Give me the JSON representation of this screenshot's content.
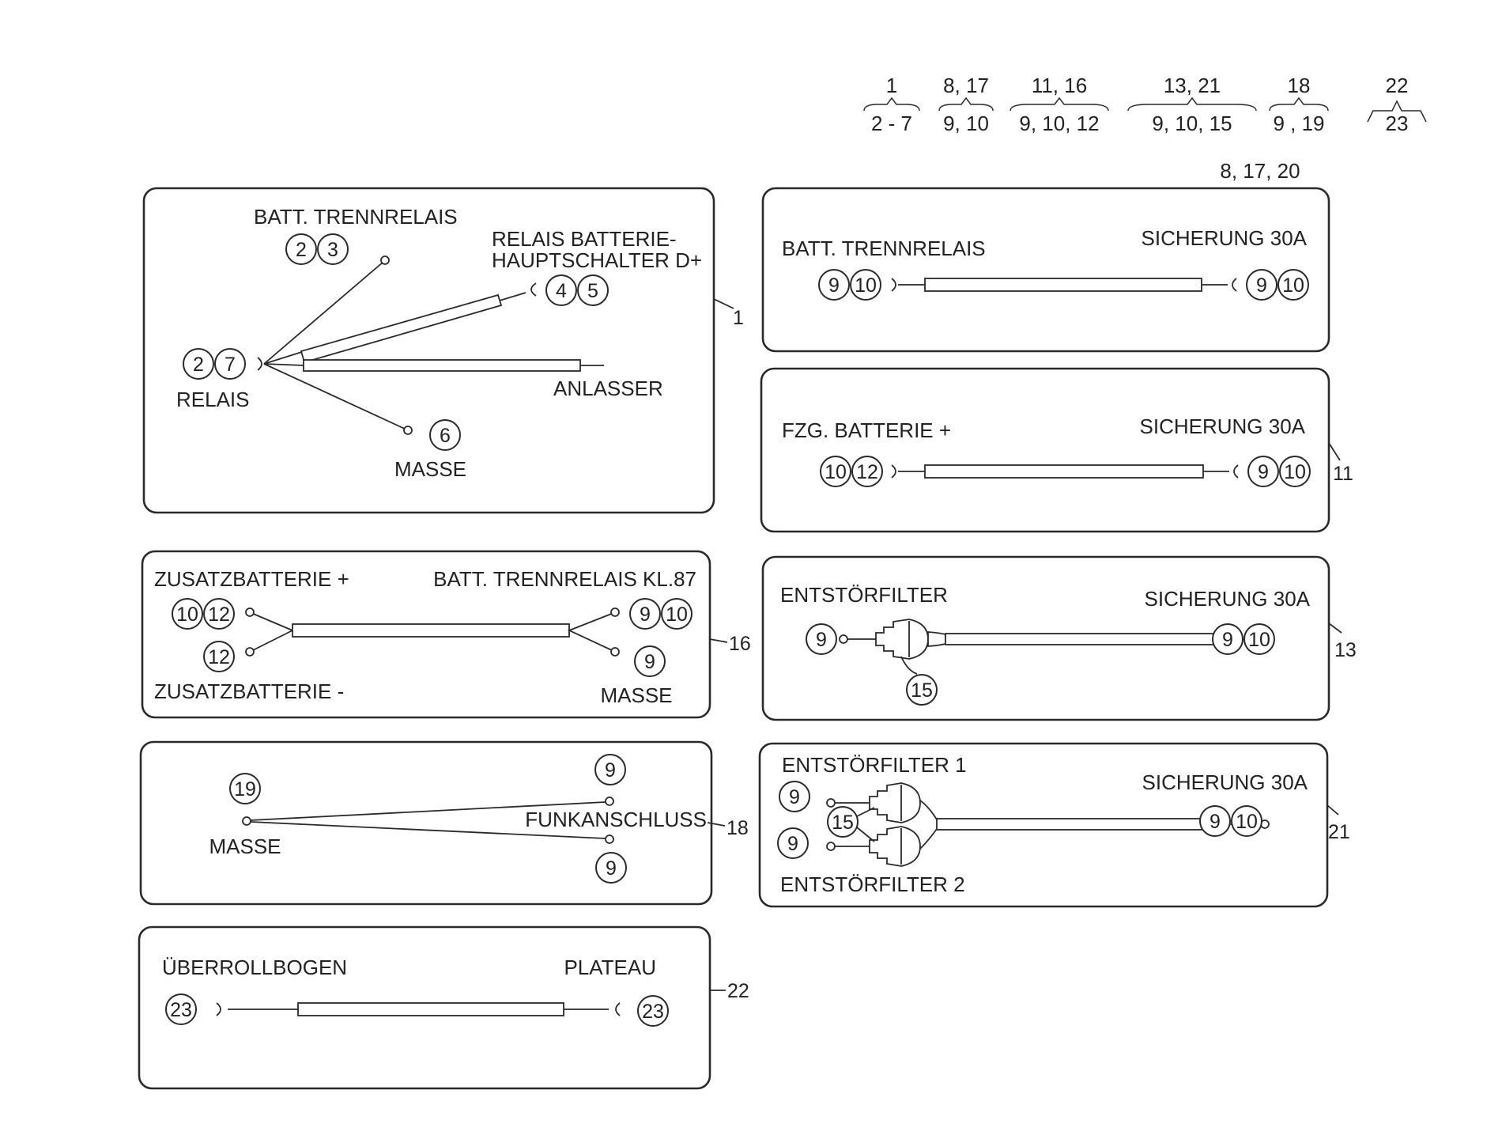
{
  "header": {
    "groups": [
      {
        "top": "1",
        "bottom": "2 - 7"
      },
      {
        "top": "8, 17",
        "bottom": "9, 10"
      },
      {
        "top": "11, 16",
        "bottom": "9, 10, 12"
      },
      {
        "top": "13, 21",
        "bottom": "9, 10, 15"
      },
      {
        "top": "18",
        "bottom": "9 , 19"
      },
      {
        "top": "22",
        "bottom": "23"
      }
    ],
    "above_panel": "8, 17, 20"
  },
  "panel1": {
    "callout": "1",
    "batt_trennrelais": "BATT. TRENNRELAIS",
    "relais_batterie_1": "RELAIS BATTERIE-",
    "relais_batterie_2": "HAUPTSCHALTER D+",
    "relais": "RELAIS",
    "anlasser": "ANLASSER",
    "masse": "MASSE",
    "n2a": "2",
    "n3": "3",
    "n4": "4",
    "n5": "5",
    "n2b": "2",
    "n7": "7",
    "n6": "6"
  },
  "panel8": {
    "left": "BATT. TRENNRELAIS",
    "right": "SICHERUNG 30A",
    "l1": "9",
    "l2": "10",
    "r1": "9",
    "r2": "10"
  },
  "panel11": {
    "callout": "11",
    "left": "FZG. BATTERIE +",
    "right": "SICHERUNG 30A",
    "l1": "10",
    "l2": "12",
    "r1": "9",
    "r2": "10"
  },
  "panel16": {
    "callout": "16",
    "top_left": "ZUSATZBATTERIE +",
    "top_right": "BATT. TRENNRELAIS KL.87",
    "bottom_left": "ZUSATZBATTERIE -",
    "bottom_right": "MASSE",
    "a1": "10",
    "a2": "12",
    "b1": "12",
    "c1": "9",
    "c2": "10",
    "d1": "9"
  },
  "panel13": {
    "callout": "13",
    "left": "ENTSTÖRFILTER",
    "right": "SICHERUNG 30A",
    "l1": "9",
    "r1": "9",
    "r2": "10",
    "f": "15"
  },
  "panel18": {
    "callout": "18",
    "masse": "MASSE",
    "funk": "FUNKANSCHLUSS",
    "m": "19",
    "t": "9",
    "b": "9"
  },
  "panel21": {
    "callout": "21",
    "top": "ENTSTÖRFILTER 1",
    "bottom": "ENTSTÖRFILTER 2",
    "right": "SICHERUNG 30A",
    "a": "9",
    "b": "9",
    "f": "15",
    "r1": "9",
    "r2": "10"
  },
  "panel22": {
    "callout": "22",
    "left": "ÜBERROLLBOGEN",
    "right": "PLATEAU",
    "l": "23",
    "r": "23"
  }
}
